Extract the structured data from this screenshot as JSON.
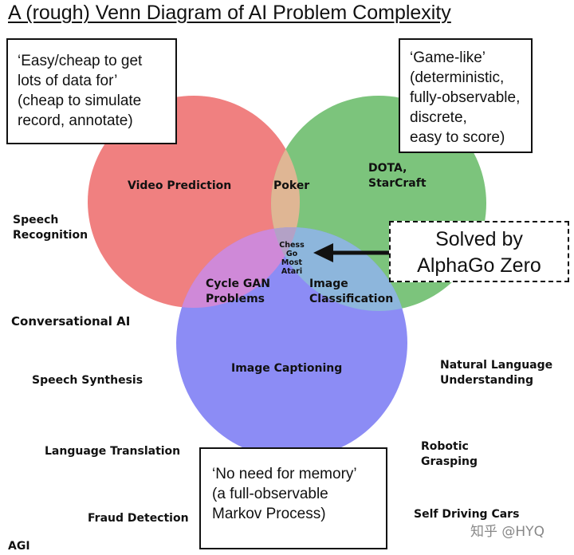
{
  "title": "A (rough) Venn Diagram of AI Problem Complexity",
  "colors": {
    "data_set": "#f08080",
    "game_set": "#7cc47c",
    "memory_set": "#8c8cf5",
    "red_green_overlap": "#dfb694",
    "red_blue_overlap": "#cf89d8",
    "green_blue_overlap": "#8db6dc",
    "center_overlap": "#b3a1c6"
  },
  "boxes": {
    "data": [
      "‘Easy/cheap to get",
      "lots of data for’",
      "(cheap to simulate",
      "record, annotate)"
    ],
    "game": [
      "‘Game-like’",
      "(deterministic,",
      "fully-observable,",
      "discrete,",
      "easy to score)"
    ],
    "memory": [
      "‘No need for memory’",
      "(a full-observable",
      "Markov Process)"
    ],
    "solved": [
      "Solved by",
      "AlphaGo Zero"
    ]
  },
  "regions": {
    "video_prediction": "Video Prediction",
    "poker": "Poker",
    "dota": [
      "DOTA,",
      "StarCraft"
    ],
    "center": [
      "Chess",
      "Go",
      "Most",
      "Atari"
    ],
    "cycle_gan": [
      "Cycle GAN",
      "Problems"
    ],
    "image_classification": [
      "Image",
      "Classification"
    ],
    "image_captioning": "Image Captioning"
  },
  "outside": {
    "speech_recognition": [
      "Speech",
      "Recognition"
    ],
    "conversational_ai": "Conversational AI",
    "speech_synthesis": "Speech Synthesis",
    "language_translation": "Language Translation",
    "fraud_detection": "Fraud Detection",
    "agi": "AGI",
    "nlu": [
      "Natural Language",
      "Understanding"
    ],
    "robotic_grasping": [
      "Robotic",
      "Grasping"
    ],
    "self_driving": "Self Driving Cars"
  },
  "watermark": "知乎 @HYQ"
}
